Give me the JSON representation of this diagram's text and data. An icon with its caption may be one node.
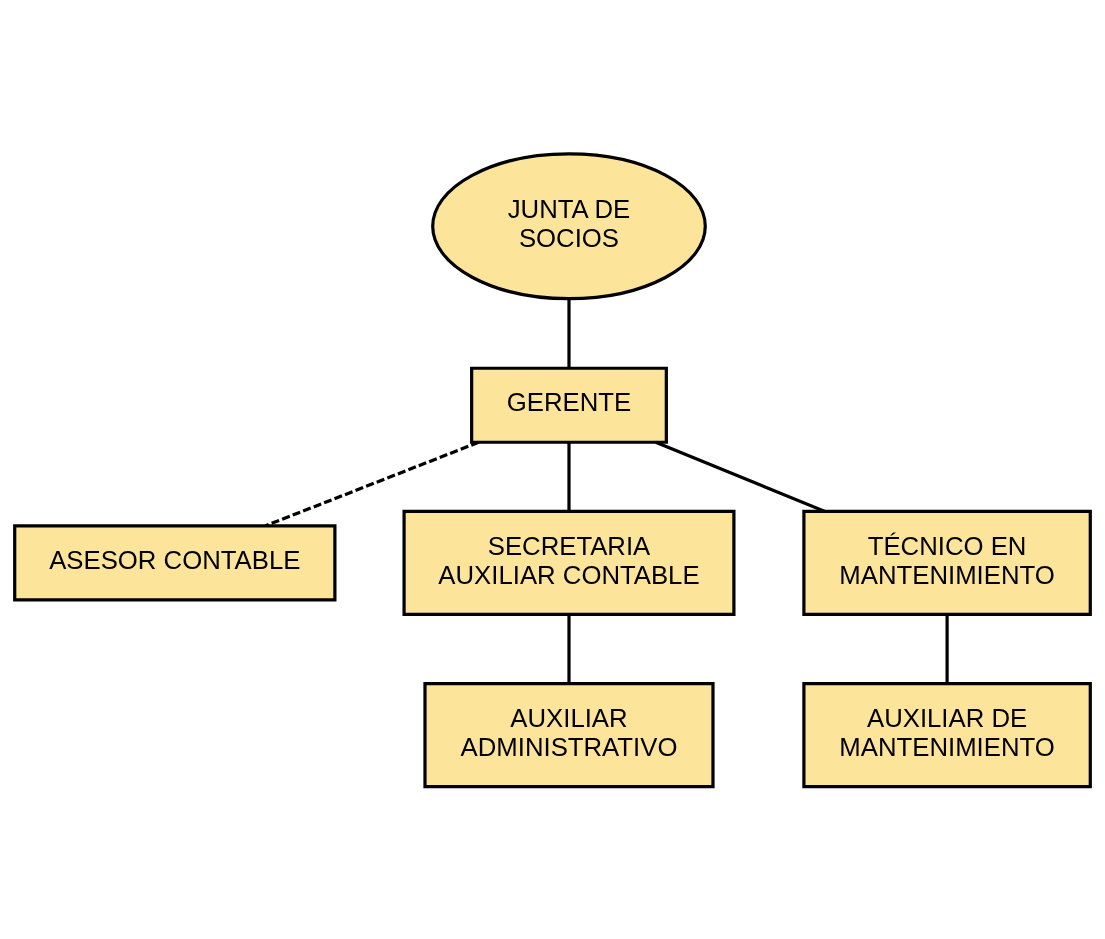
{
  "diagram": {
    "nodes": [
      {
        "text": [
          "JUNTA DE SOCIOS"
        ]
      },
      {
        "text": [
          "GERENTE"
        ]
      },
      {
        "text": [
          "ASESOR CONTABLE"
        ]
      },
      {
        "text": [
          "SECRETARIA AUXILIAR CONTABLE"
        ]
      },
      {
        "text": [
          "TÉCNICO EN MANTENIMIENTO"
        ]
      },
      {
        "text": [
          "AUXILIAR DE MANTENIMIENTO"
        ]
      },
      {
        "text": [
          "AUXILIAR ADMINISTRATIVO"
        ]
      }
    ],
    "edges": [
      {
        "from": 0,
        "to": 1,
        "arrow": "none"
      },
      {
        "from": 1,
        "to": 2,
        "arrow": "none",
        "style": "dashed"
      },
      {
        "from": 1,
        "to": 3,
        "arrow": "none"
      },
      {
        "from": 1,
        "to": 4,
        "arrow": "none"
      },
      {
        "from": 4,
        "to": 5,
        "arrow": "none"
      },
      {
        "from": 3,
        "to": 6,
        "arrow": "none"
      }
    ]
  }
}
